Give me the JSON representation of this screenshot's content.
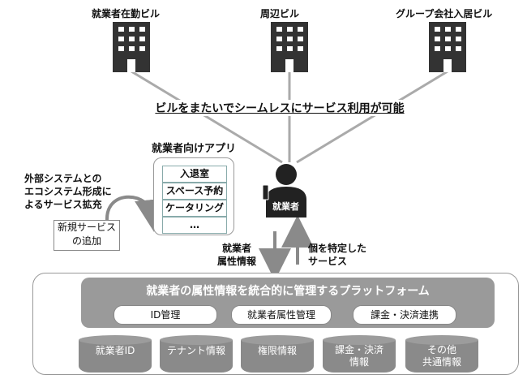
{
  "buildings": [
    {
      "label": "就業者在勤ビル"
    },
    {
      "label": "周辺ビル"
    },
    {
      "label": "グループ会社入居ビル"
    }
  ],
  "seamless_caption": "ビルをまたいでシームレスにサービス利用が可能",
  "app": {
    "title": "就業者向けアプリ",
    "items": [
      "入退室",
      "スペース予約",
      "ケータリング",
      "…"
    ]
  },
  "external": {
    "caption": "外部システムとの\nエコシステム形成に\nよるサービス拡充",
    "new_service": "新規サービス\nの追加"
  },
  "worker": {
    "label": "就業者"
  },
  "arrows": {
    "up_label": "就業者\n属性情報",
    "down_label": "個を特定した\nサービス"
  },
  "platform": {
    "title": "就業者の属性情報を統合的に管理するプラットフォーム",
    "modules": [
      "ID管理",
      "就業者属性管理",
      "課金・決済連携"
    ],
    "databases": [
      "就業者ID",
      "テナント情報",
      "権限情報",
      "課金・決済\n情報",
      "その他\n共通情報"
    ]
  }
}
